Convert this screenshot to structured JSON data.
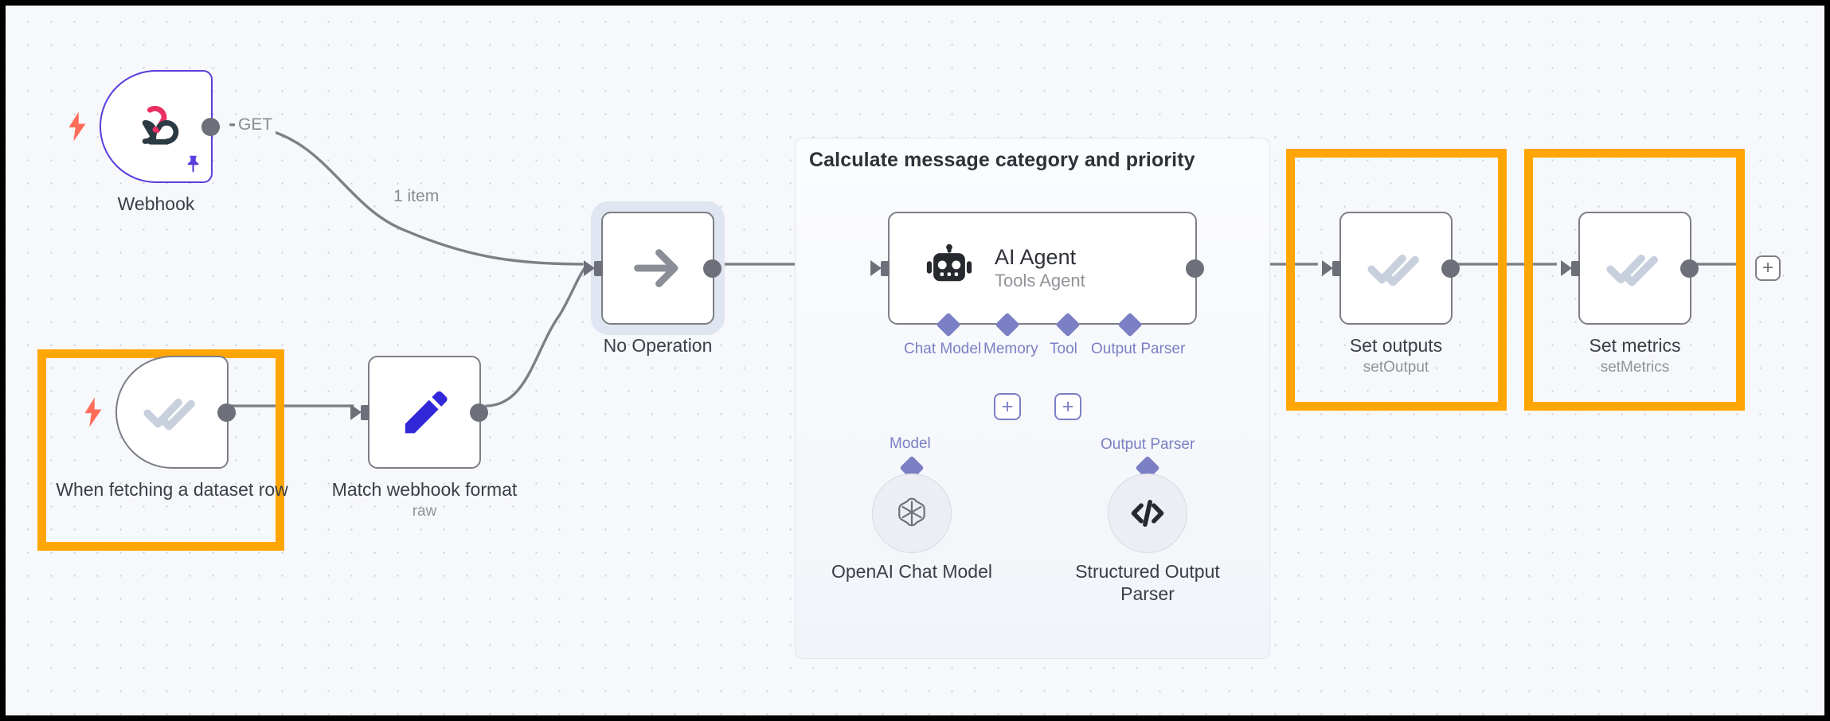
{
  "canvas": {
    "accent_orange": "#ffa606",
    "accent_purple": "#5b3ddb",
    "connector_purple": "#7b7fc4",
    "background": "#f7f8fb"
  },
  "nodes": [
    {
      "id": "webhook",
      "label": "Webhook",
      "subtitle": "",
      "icon": "webhook-icon",
      "highlighted": false,
      "selected": false,
      "trigger": true,
      "pinned": true
    },
    {
      "id": "when-fetching-dataset-row",
      "label": "When fetching a dataset row",
      "subtitle": "",
      "icon": "double-check-icon",
      "highlighted": true,
      "selected": false,
      "trigger": true,
      "pinned": false
    },
    {
      "id": "match-webhook-format",
      "label": "Match webhook format",
      "subtitle": "raw",
      "icon": "pencil-icon",
      "highlighted": false,
      "selected": false,
      "trigger": false,
      "pinned": false
    },
    {
      "id": "no-operation",
      "label": "No Operation",
      "subtitle": "",
      "icon": "arrow-right-icon",
      "highlighted": false,
      "selected": true,
      "trigger": false,
      "pinned": false
    },
    {
      "id": "ai-agent",
      "label": "AI Agent",
      "subtitle": "Tools Agent",
      "icon": "robot-icon",
      "highlighted": false,
      "selected": false,
      "trigger": false,
      "pinned": false
    },
    {
      "id": "set-outputs",
      "label": "Set outputs",
      "subtitle": "setOutput",
      "icon": "double-check-icon",
      "highlighted": true,
      "selected": false,
      "trigger": false,
      "pinned": false
    },
    {
      "id": "set-metrics",
      "label": "Set metrics",
      "subtitle": "setMetrics",
      "icon": "double-check-icon",
      "highlighted": true,
      "selected": false,
      "trigger": false,
      "pinned": false
    }
  ],
  "agent_container": {
    "title": "Calculate message category and priority"
  },
  "agent_ports": [
    {
      "label": "Chat Model"
    },
    {
      "label": "Memory"
    },
    {
      "label": "Tool"
    },
    {
      "label": "Output Parser"
    }
  ],
  "sub_nodes": [
    {
      "id": "openai-chat-model",
      "label": "OpenAI Chat Model",
      "port_label": "Model",
      "icon": "openai-icon"
    },
    {
      "id": "structured-output-parser",
      "label": "Structured Output Parser",
      "port_label": "Output Parser",
      "icon": "code-brackets-icon"
    }
  ],
  "edge_labels": {
    "webhook_method": "GET",
    "webhook_items": "1 item"
  },
  "buttons": {
    "add_memory": "+",
    "add_tool": "+",
    "add_next_node": "+"
  }
}
